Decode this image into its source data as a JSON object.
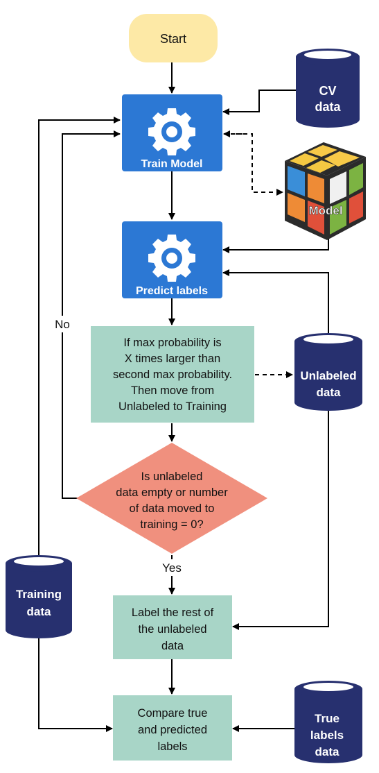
{
  "nodes": {
    "start": "Start",
    "train_model": "Train Model",
    "cv_data": [
      "CV",
      "data"
    ],
    "model": "Model",
    "predict_labels": "Predict labels",
    "move_step": [
      "If max probability is",
      "X times larger than",
      "second max probability.",
      "Then move from",
      "Unlabeled to Training"
    ],
    "unlabeled_data": [
      "Unlabeled",
      "data"
    ],
    "decision": [
      "Is unlabeled",
      "data empty or number",
      "of data moved to",
      "training = 0?"
    ],
    "label_rest": [
      "Label the rest of",
      "the unlabeled",
      "data"
    ],
    "training_data": [
      "Training",
      "data"
    ],
    "compare": [
      "Compare true",
      "and predicted",
      "labels"
    ],
    "true_labels_data": [
      "True",
      "labels",
      "data"
    ]
  },
  "edges": {
    "no_label": "No",
    "yes_label": "Yes"
  },
  "colors": {
    "start_fill": "#fde9a6",
    "process_blue": "#2c78d4",
    "process_teal": "#a8d5c7",
    "decision_salmon": "#f0907e",
    "database_navy": "#27306f",
    "line": "#000000"
  },
  "icons": {
    "train_model": "gear-icon",
    "predict_labels": "gear-icon",
    "model": "rubiks-cube-icon"
  }
}
